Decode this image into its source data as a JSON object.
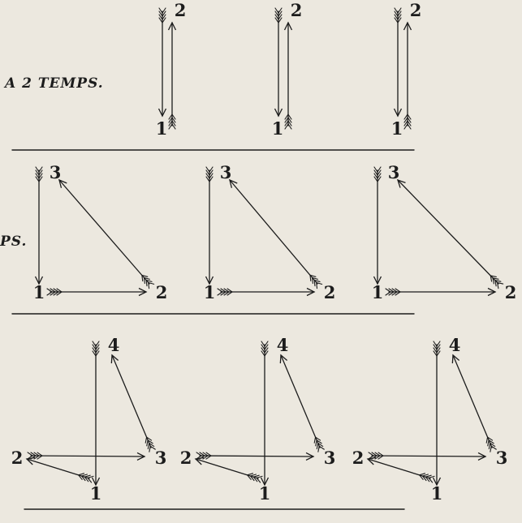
{
  "sections": [
    {
      "title": "A 2 TEMPS.",
      "diagrams": [
        {
          "labels": [
            "1",
            "2"
          ]
        },
        {
          "labels": [
            "1",
            "2"
          ]
        },
        {
          "labels": [
            "1",
            "2"
          ]
        }
      ]
    },
    {
      "title": "PS.",
      "diagrams": [
        {
          "labels": [
            "1",
            "2",
            "3"
          ]
        },
        {
          "labels": [
            "1",
            "2",
            "3"
          ]
        },
        {
          "labels": [
            "1",
            "2",
            "3"
          ]
        }
      ]
    },
    {
      "title": "",
      "diagrams": [
        {
          "labels": [
            "1",
            "2",
            "3",
            "4"
          ]
        },
        {
          "labels": [
            "1",
            "2",
            "3",
            "4"
          ]
        },
        {
          "labels": [
            "1",
            "2",
            "3",
            "4"
          ]
        }
      ]
    }
  ],
  "colors": {
    "ink": "#1c1c1c",
    "paper": "#ece8df"
  }
}
